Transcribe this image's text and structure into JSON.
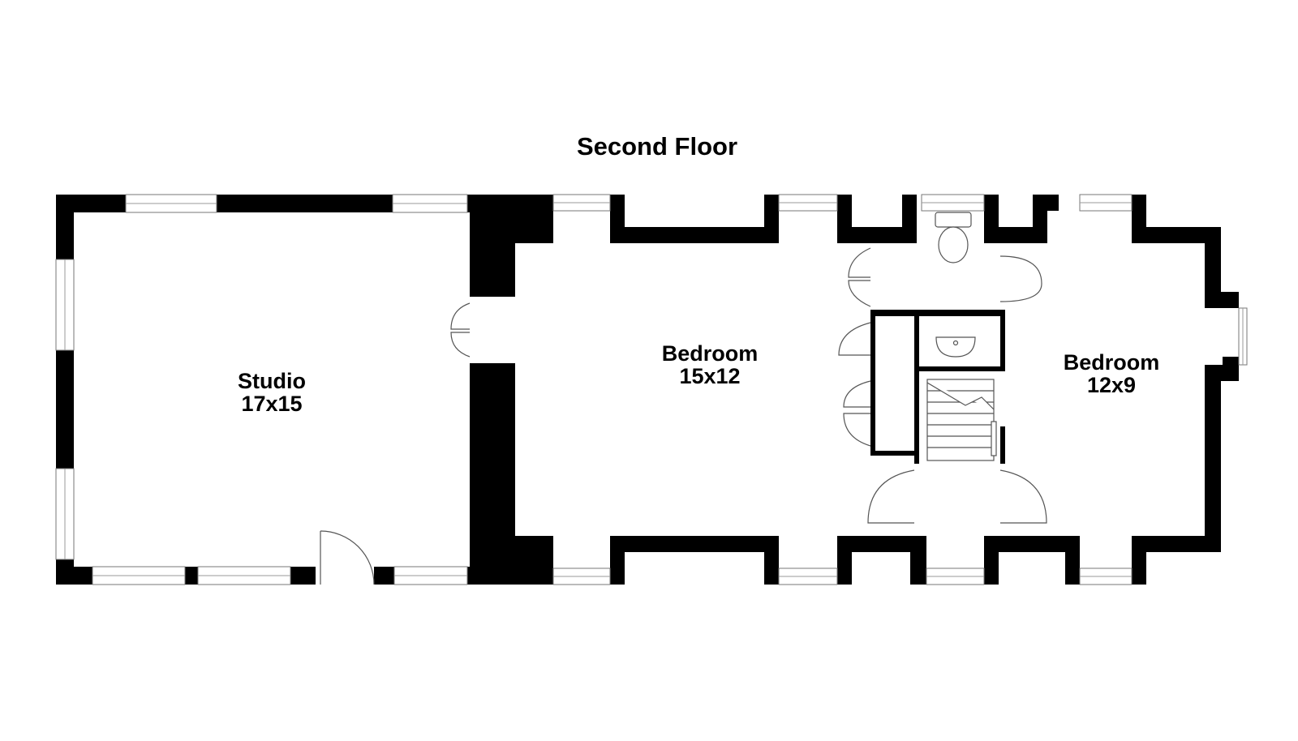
{
  "floor": {
    "title": "Second Floor"
  },
  "rooms": [
    {
      "key": "studio",
      "name": "Studio",
      "size": "17x15"
    },
    {
      "key": "bedroom_main",
      "name": "Bedroom",
      "size": "15x12"
    },
    {
      "key": "bedroom_small",
      "name": "Bedroom",
      "size": "12x9"
    }
  ]
}
